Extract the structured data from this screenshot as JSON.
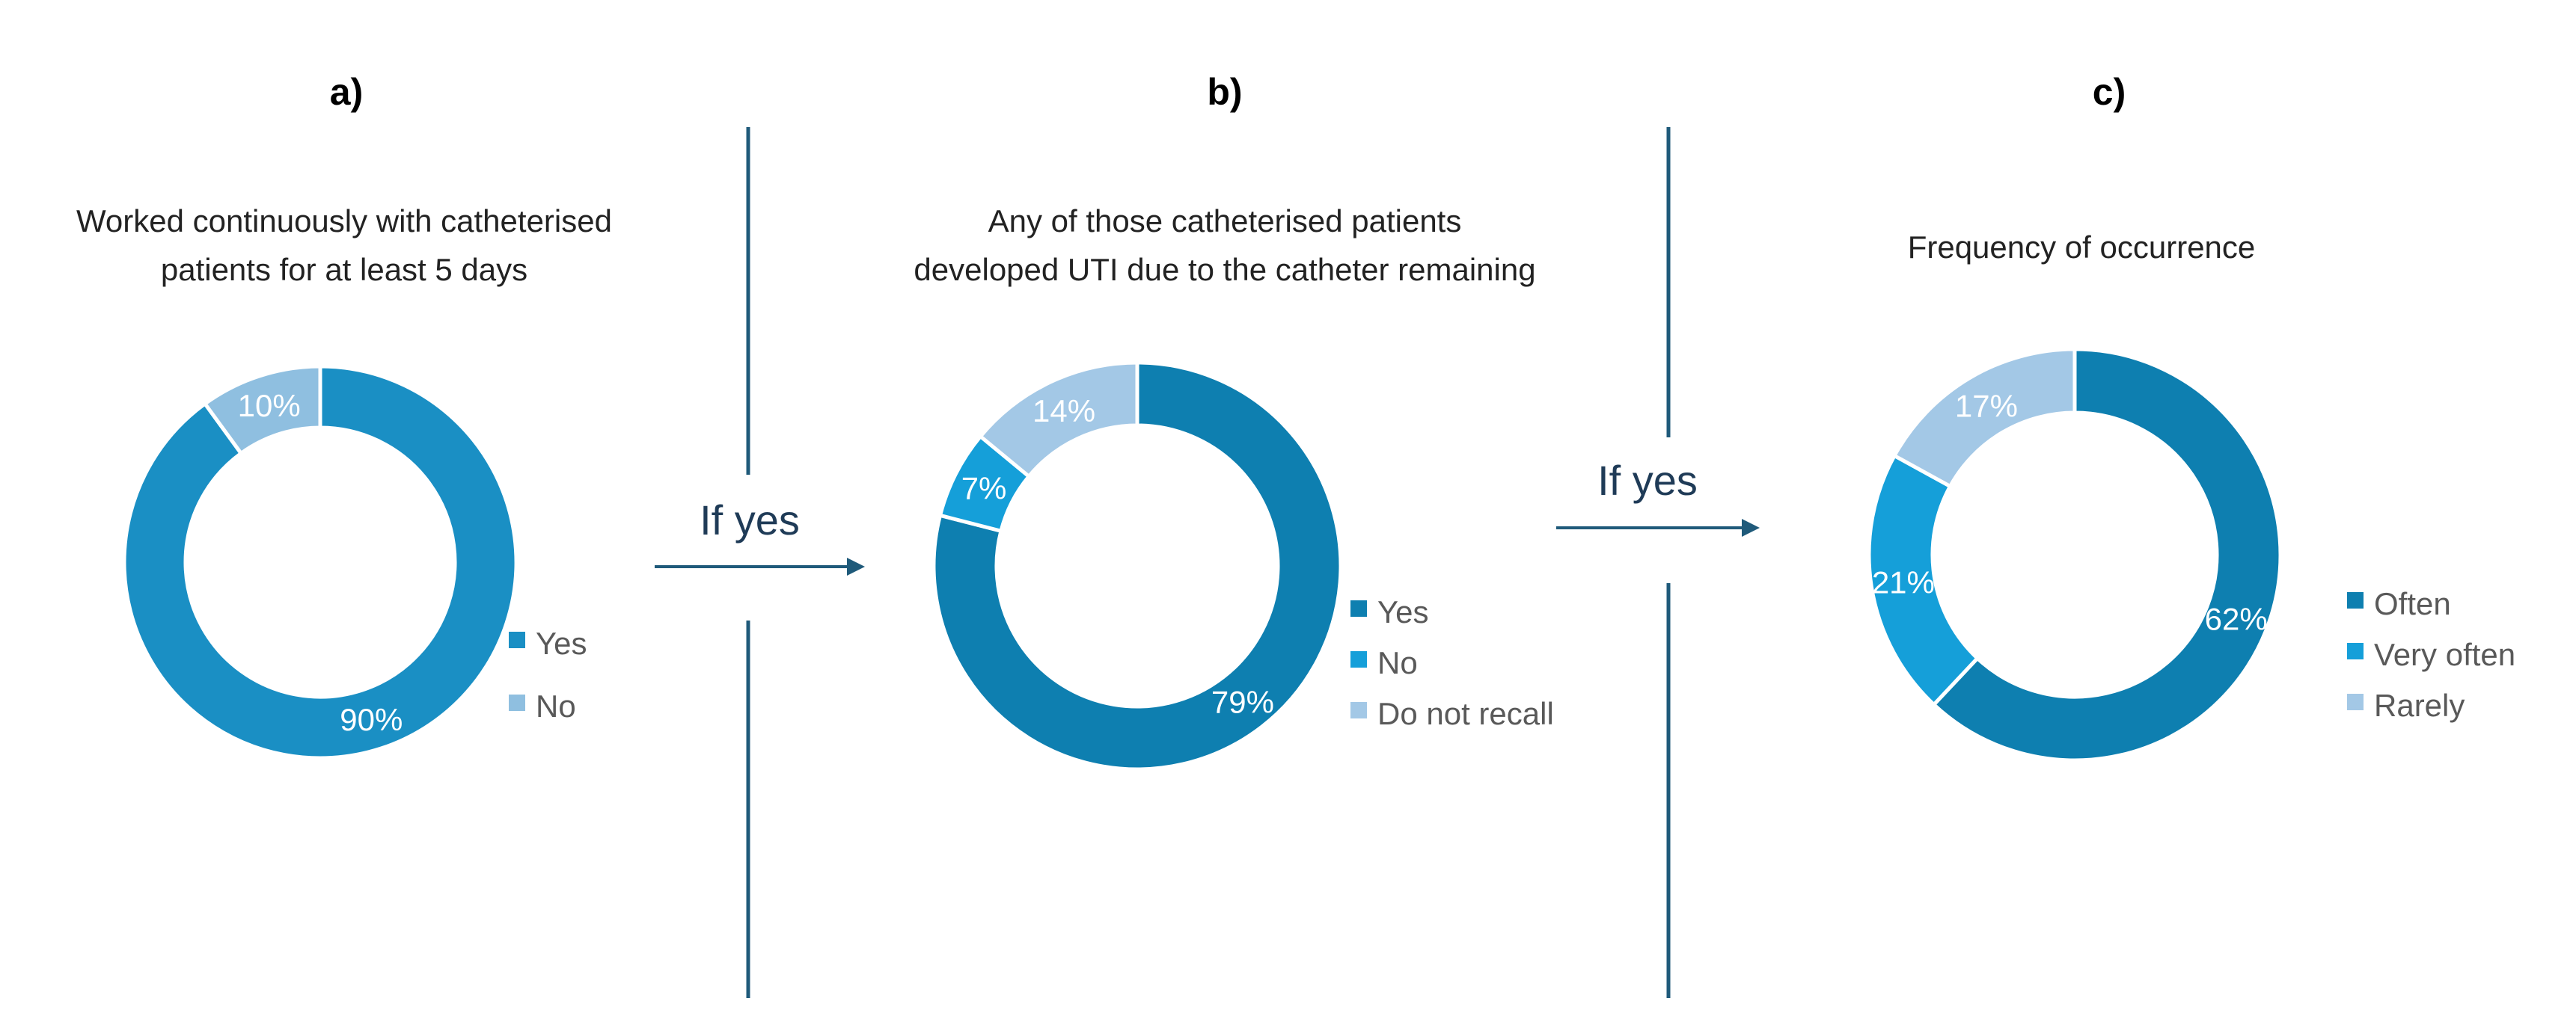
{
  "flow": {
    "label": "If yes",
    "color": "#1f5a7a"
  },
  "chart_data": [
    {
      "type": "pie",
      "panel": "a)",
      "title": [
        "Worked continuously with catheterised",
        "patients for at least 5 days"
      ],
      "categories": [
        "Yes",
        "No"
      ],
      "values": [
        90,
        10
      ],
      "labels": [
        "90%",
        "10%"
      ],
      "colors": [
        "#1a8fc4",
        "#8fbfe0"
      ],
      "legend": "right"
    },
    {
      "type": "pie",
      "panel": "b)",
      "title": [
        "Any of those catheterised patients",
        "developed UTI due to the catheter remaining"
      ],
      "categories": [
        "Yes",
        "No",
        "Do not recall"
      ],
      "values": [
        79,
        7,
        14
      ],
      "labels": [
        "79%",
        "7%",
        "14%"
      ],
      "colors": [
        "#0e7fb0",
        "#159fd9",
        "#a3c8e6"
      ],
      "legend": "right"
    },
    {
      "type": "pie",
      "panel": "c)",
      "title": [
        "Frequency of occurrence"
      ],
      "categories": [
        "Often",
        "Very often",
        "Rarely"
      ],
      "values": [
        62,
        21,
        17
      ],
      "labels": [
        "62%",
        "21%",
        "17%"
      ],
      "colors": [
        "#0e7fb0",
        "#159fd9",
        "#a3c8e6"
      ],
      "legend": "right"
    }
  ]
}
